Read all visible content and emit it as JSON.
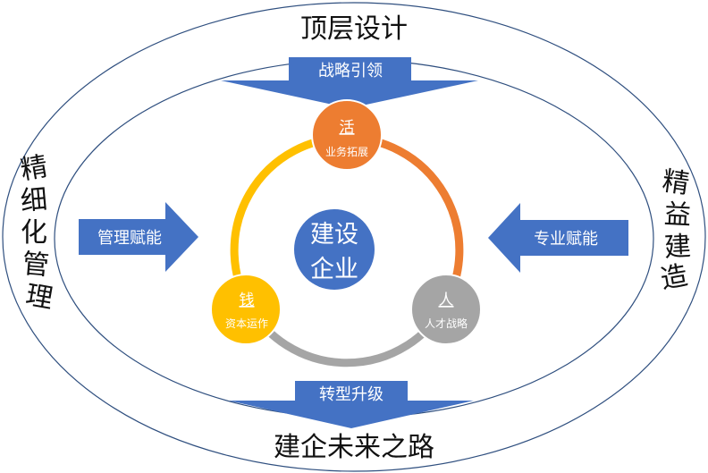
{
  "outer": {
    "top": "顶层设计",
    "bottom": "建企未来之路",
    "left": "精细化管理",
    "right": "精益建造"
  },
  "arrows": {
    "top": "战略引领",
    "bottom": "转型升级",
    "left": "管理赋能",
    "right": "专业赋能"
  },
  "core": {
    "line1": "建设",
    "line2": "企业"
  },
  "nodes": {
    "huo": {
      "title": "活",
      "subtitle": "业务拓展"
    },
    "qian": {
      "title": "钱",
      "subtitle": "资本运作"
    },
    "ren": {
      "title": "人",
      "subtitle": "人才战略"
    }
  },
  "colors": {
    "ellipse_stroke": "#2f4f7f",
    "arrow_blue": "#4472c4",
    "core_blue": "#4472c4",
    "orange": "#ed7d31",
    "gold": "#ffc000",
    "gray": "#a5a5a5"
  }
}
